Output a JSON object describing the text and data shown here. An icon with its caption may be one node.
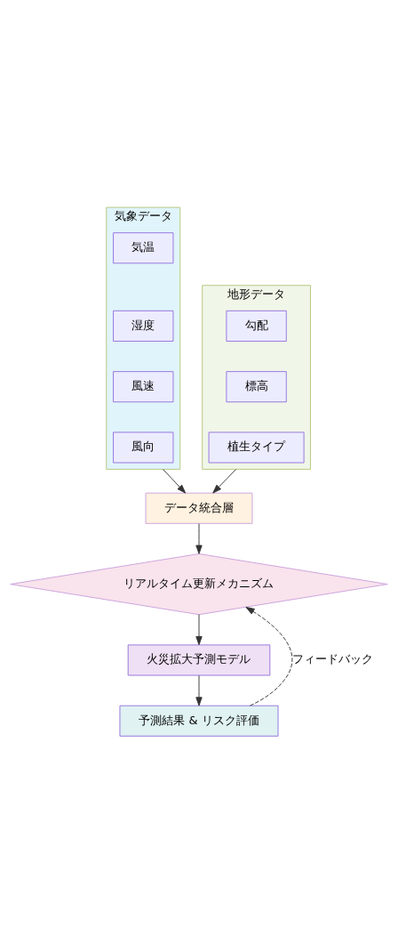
{
  "diagram": {
    "nodes": [
      {
        "text": [
          "気象データ"
        ]
      },
      {
        "text": [
          "気温"
        ],
        "in": 0
      },
      {
        "text": [
          "湿度"
        ],
        "in": 0
      },
      {
        "text": [
          "風速"
        ],
        "in": 0
      },
      {
        "text": [
          "風向"
        ],
        "in": 0
      },
      {
        "text": [
          "地形データ"
        ]
      },
      {
        "text": [
          "勾配"
        ],
        "in": 5
      },
      {
        "text": [
          "標高"
        ],
        "in": 5
      },
      {
        "text": [
          "植生タイプ"
        ],
        "in": 5
      },
      {
        "text": [
          "データ統合層"
        ]
      },
      {
        "text": [
          "リアルタイム更新メカニズム"
        ]
      },
      {
        "text": [
          "火災拡大予測モデル"
        ]
      },
      {
        "text": [
          "予測結果 & リスク評価"
        ]
      }
    ],
    "edges": [
      {
        "from": 0,
        "to": 9,
        "arrow": "to"
      },
      {
        "from": 5,
        "to": 9,
        "arrow": "to"
      },
      {
        "from": 9,
        "to": 10,
        "arrow": "to"
      },
      {
        "from": 10,
        "to": 11,
        "arrow": "to"
      },
      {
        "from": 11,
        "to": 12,
        "arrow": "to"
      },
      {
        "from": 12,
        "to": 10,
        "arrow": "to",
        "label": "フィードバック",
        "style": "dashed"
      }
    ]
  }
}
